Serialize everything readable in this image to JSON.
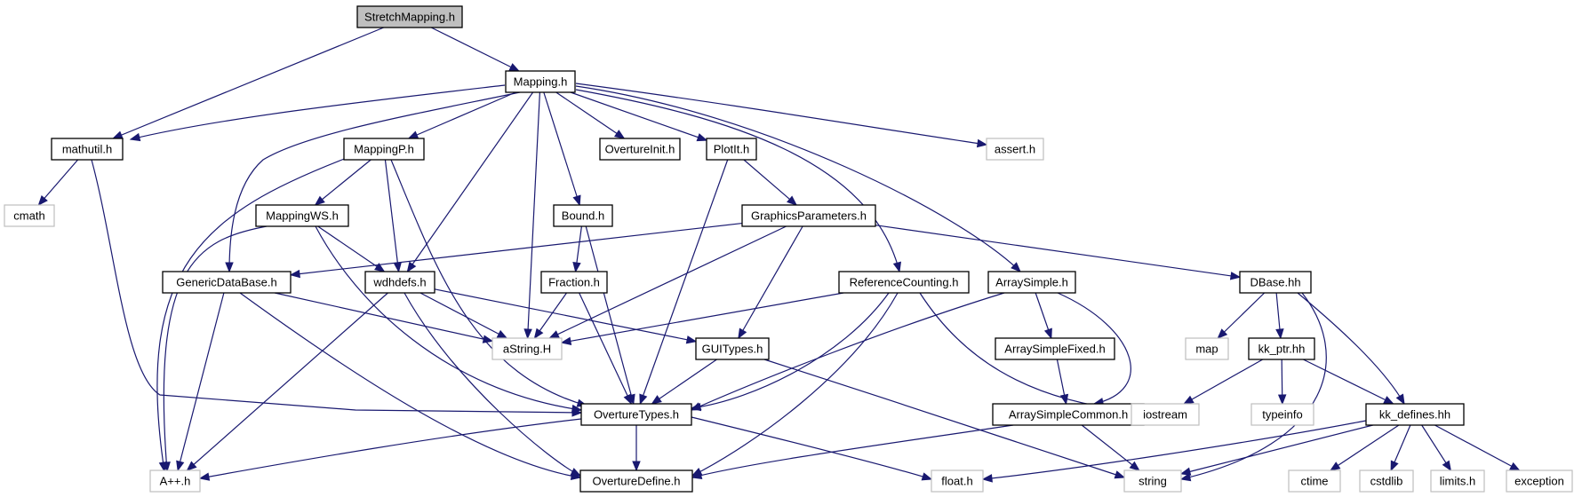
{
  "graph": {
    "edge_color": "#191970",
    "root_fill": "#bfbfbf",
    "external_border": "#bfbfbf",
    "nodes": [
      {
        "id": "n_stretch",
        "label": "StretchMapping.h",
        "kind": "root"
      },
      {
        "id": "n_mapping",
        "label": "Mapping.h",
        "kind": "file"
      },
      {
        "id": "n_mathutil",
        "label": "mathutil.h",
        "kind": "file"
      },
      {
        "id": "n_mappingp",
        "label": "MappingP.h",
        "kind": "file"
      },
      {
        "id": "n_overtureinit",
        "label": "OvertureInit.h",
        "kind": "file"
      },
      {
        "id": "n_plotit",
        "label": "PlotIt.h",
        "kind": "file"
      },
      {
        "id": "n_assert",
        "label": "assert.h",
        "kind": "external"
      },
      {
        "id": "n_cmath",
        "label": "cmath",
        "kind": "external"
      },
      {
        "id": "n_mappingws",
        "label": "MappingWS.h",
        "kind": "file"
      },
      {
        "id": "n_bound",
        "label": "Bound.h",
        "kind": "file"
      },
      {
        "id": "n_graphicsparams",
        "label": "GraphicsParameters.h",
        "kind": "file"
      },
      {
        "id": "n_genericdb",
        "label": "GenericDataBase.h",
        "kind": "file"
      },
      {
        "id": "n_wdhdefs",
        "label": "wdhdefs.h",
        "kind": "file"
      },
      {
        "id": "n_fraction",
        "label": "Fraction.h",
        "kind": "file"
      },
      {
        "id": "n_refcount",
        "label": "ReferenceCounting.h",
        "kind": "file"
      },
      {
        "id": "n_arraysimple",
        "label": "ArraySimple.h",
        "kind": "file"
      },
      {
        "id": "n_dbase",
        "label": "DBase.hh",
        "kind": "file"
      },
      {
        "id": "n_astring",
        "label": "aString.H",
        "kind": "external"
      },
      {
        "id": "n_guitypes",
        "label": "GUITypes.h",
        "kind": "file"
      },
      {
        "id": "n_arraysimplefixed",
        "label": "ArraySimpleFixed.h",
        "kind": "file"
      },
      {
        "id": "n_map",
        "label": "map",
        "kind": "external"
      },
      {
        "id": "n_kkptr",
        "label": "kk_ptr.hh",
        "kind": "file"
      },
      {
        "id": "n_overturetypes",
        "label": "OvertureTypes.h",
        "kind": "file"
      },
      {
        "id": "n_arraysimplecommon",
        "label": "ArraySimpleCommon.h",
        "kind": "file"
      },
      {
        "id": "n_iostream",
        "label": "iostream",
        "kind": "external"
      },
      {
        "id": "n_typeinfo",
        "label": "typeinfo",
        "kind": "external"
      },
      {
        "id": "n_kkdefines",
        "label": "kk_defines.hh",
        "kind": "file"
      },
      {
        "id": "n_app",
        "label": "A++.h",
        "kind": "external"
      },
      {
        "id": "n_overturedefine",
        "label": "OvertureDefine.h",
        "kind": "file"
      },
      {
        "id": "n_float",
        "label": "float.h",
        "kind": "external"
      },
      {
        "id": "n_string",
        "label": "string",
        "kind": "external"
      },
      {
        "id": "n_ctime",
        "label": "ctime",
        "kind": "external"
      },
      {
        "id": "n_cstdlib",
        "label": "cstdlib",
        "kind": "external"
      },
      {
        "id": "n_limits",
        "label": "limits.h",
        "kind": "external"
      },
      {
        "id": "n_exception",
        "label": "exception",
        "kind": "external"
      }
    ],
    "edges": [
      {
        "from": "n_stretch",
        "to": "n_mathutil"
      },
      {
        "from": "n_stretch",
        "to": "n_mapping"
      },
      {
        "from": "n_mapping",
        "to": "n_mathutil"
      },
      {
        "from": "n_mapping",
        "to": "n_mappingp"
      },
      {
        "from": "n_mapping",
        "to": "n_overtureinit"
      },
      {
        "from": "n_mapping",
        "to": "n_plotit"
      },
      {
        "from": "n_mapping",
        "to": "n_assert"
      },
      {
        "from": "n_mapping",
        "to": "n_genericdb"
      },
      {
        "from": "n_mapping",
        "to": "n_wdhdefs"
      },
      {
        "from": "n_mapping",
        "to": "n_astring"
      },
      {
        "from": "n_mapping",
        "to": "n_bound"
      },
      {
        "from": "n_mapping",
        "to": "n_refcount"
      },
      {
        "from": "n_mapping",
        "to": "n_arraysimple"
      },
      {
        "from": "n_mathutil",
        "to": "n_cmath"
      },
      {
        "from": "n_mathutil",
        "to": "n_overturetypes"
      },
      {
        "from": "n_mappingp",
        "to": "n_mappingws"
      },
      {
        "from": "n_mappingp",
        "to": "n_wdhdefs"
      },
      {
        "from": "n_mappingp",
        "to": "n_app"
      },
      {
        "from": "n_mappingp",
        "to": "n_overturetypes"
      },
      {
        "from": "n_plotit",
        "to": "n_graphicsparams"
      },
      {
        "from": "n_plotit",
        "to": "n_overturetypes"
      },
      {
        "from": "n_mappingws",
        "to": "n_wdhdefs"
      },
      {
        "from": "n_mappingws",
        "to": "n_app"
      },
      {
        "from": "n_mappingws",
        "to": "n_overturetypes"
      },
      {
        "from": "n_bound",
        "to": "n_fraction"
      },
      {
        "from": "n_bound",
        "to": "n_overturetypes"
      },
      {
        "from": "n_graphicsparams",
        "to": "n_genericdb"
      },
      {
        "from": "n_graphicsparams",
        "to": "n_astring"
      },
      {
        "from": "n_graphicsparams",
        "to": "n_guitypes"
      },
      {
        "from": "n_graphicsparams",
        "to": "n_dbase"
      },
      {
        "from": "n_genericdb",
        "to": "n_astring"
      },
      {
        "from": "n_genericdb",
        "to": "n_app"
      },
      {
        "from": "n_genericdb",
        "to": "n_overturedefine"
      },
      {
        "from": "n_wdhdefs",
        "to": "n_astring"
      },
      {
        "from": "n_wdhdefs",
        "to": "n_guitypes"
      },
      {
        "from": "n_wdhdefs",
        "to": "n_app"
      },
      {
        "from": "n_wdhdefs",
        "to": "n_overturedefine"
      },
      {
        "from": "n_fraction",
        "to": "n_astring"
      },
      {
        "from": "n_fraction",
        "to": "n_overturetypes"
      },
      {
        "from": "n_refcount",
        "to": "n_astring"
      },
      {
        "from": "n_refcount",
        "to": "n_overturetypes"
      },
      {
        "from": "n_refcount",
        "to": "n_overturedefine"
      },
      {
        "from": "n_refcount",
        "to": "n_iostream"
      },
      {
        "from": "n_arraysimple",
        "to": "n_overturetypes"
      },
      {
        "from": "n_arraysimple",
        "to": "n_arraysimplefixed"
      },
      {
        "from": "n_arraysimple",
        "to": "n_arraysimplecommon"
      },
      {
        "from": "n_arraysimplefixed",
        "to": "n_arraysimplecommon"
      },
      {
        "from": "n_arraysimplecommon",
        "to": "n_overturedefine"
      },
      {
        "from": "n_arraysimplecommon",
        "to": "n_string"
      },
      {
        "from": "n_guitypes",
        "to": "n_overturetypes"
      },
      {
        "from": "n_guitypes",
        "to": "n_string"
      },
      {
        "from": "n_overturetypes",
        "to": "n_app"
      },
      {
        "from": "n_overturetypes",
        "to": "n_overturedefine"
      },
      {
        "from": "n_overturetypes",
        "to": "n_float"
      },
      {
        "from": "n_dbase",
        "to": "n_map"
      },
      {
        "from": "n_dbase",
        "to": "n_kkptr"
      },
      {
        "from": "n_dbase",
        "to": "n_kkdefines"
      },
      {
        "from": "n_dbase",
        "to": "n_string"
      },
      {
        "from": "n_kkptr",
        "to": "n_iostream"
      },
      {
        "from": "n_kkptr",
        "to": "n_typeinfo"
      },
      {
        "from": "n_kkptr",
        "to": "n_kkdefines"
      },
      {
        "from": "n_kkdefines",
        "to": "n_float"
      },
      {
        "from": "n_kkdefines",
        "to": "n_string"
      },
      {
        "from": "n_kkdefines",
        "to": "n_ctime"
      },
      {
        "from": "n_kkdefines",
        "to": "n_cstdlib"
      },
      {
        "from": "n_kkdefines",
        "to": "n_limits"
      },
      {
        "from": "n_kkdefines",
        "to": "n_exception"
      }
    ]
  }
}
